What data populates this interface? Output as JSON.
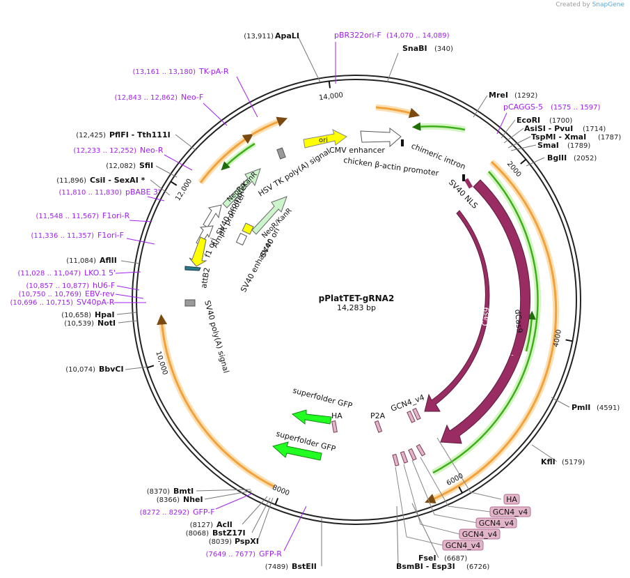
{
  "watermark": {
    "created_by": "Created by",
    "brand": "SnapGene"
  },
  "plasmid": {
    "name": "pPlatTET-gRNA2",
    "length_label": "14,283 bp"
  },
  "ticks": [
    {
      "label": "14,000",
      "pos": 14000
    },
    {
      "label": "2000",
      "pos": 2000
    },
    {
      "label": "4000",
      "pos": 4000
    },
    {
      "label": "6000",
      "pos": 6000
    },
    {
      "label": "8000",
      "pos": 8000
    },
    {
      "label": "10,000",
      "pos": 10000
    },
    {
      "label": "12,000",
      "pos": 12000
    }
  ],
  "sites": [
    {
      "name": "ApaLI",
      "pos": "(13,911)",
      "side": "left",
      "ln": [
        428,
        52,
        460,
        118
      ]
    },
    {
      "name": "SnaBI",
      "pos": "(340)",
      "side": "right",
      "ln": [
        572,
        76,
        556,
        118
      ]
    },
    {
      "name": "MreI",
      "pos": "(1292)",
      "side": "right",
      "ln": [
        700,
        137,
        680,
        168
      ]
    },
    {
      "name": "EcoRI",
      "pos": "(1700)",
      "side": "right",
      "ln": [
        740,
        172,
        720,
        198
      ]
    },
    {
      "name": "AsiSI  -  PvuI",
      "pos": "(1714)",
      "side": "right",
      "ln": [
        752,
        184,
        724,
        205
      ]
    },
    {
      "name": "TspMI  -  XmaI",
      "pos": "(1787)",
      "side": "right",
      "ln": [
        762,
        196,
        730,
        212
      ]
    },
    {
      "name": "SmaI",
      "pos": "(1789)",
      "side": "right",
      "ln": [
        770,
        208,
        734,
        216
      ]
    },
    {
      "name": "BglII",
      "pos": "(2052)",
      "side": "right",
      "ln": [
        782,
        226,
        756,
        238
      ]
    },
    {
      "name": "PmlI",
      "pos": "(4591)",
      "side": "right",
      "ln": [
        818,
        584,
        792,
        570
      ]
    },
    {
      "name": "KflI",
      "pos": "(5179)",
      "side": "right",
      "ln": [
        800,
        662,
        764,
        638
      ]
    },
    {
      "name": "FseI",
      "pos": "(6687)",
      "side": "right",
      "ln": [
        630,
        800,
        592,
        722
      ]
    },
    {
      "name": "BsmBI  -  Esp3I",
      "pos": "(6726)",
      "side": "right",
      "ln": [
        572,
        812,
        570,
        726
      ]
    },
    {
      "name": "BstEII",
      "pos": "(7489)",
      "side": "left",
      "ln": [
        462,
        812,
        462,
        740
      ]
    },
    {
      "name": "PspXI",
      "pos": "(8039)",
      "side": "left",
      "ln": [
        370,
        776,
        392,
        714
      ]
    },
    {
      "name": "BstZ17I",
      "pos": "(8068)",
      "side": "left",
      "ln": [
        362,
        764,
        388,
        714
      ]
    },
    {
      "name": "AclI",
      "pos": "(8127)",
      "side": "left",
      "ln": [
        348,
        752,
        384,
        712
      ]
    },
    {
      "name": "NheI",
      "pos": "(8366)",
      "side": "left",
      "ln": [
        294,
        716,
        362,
        704
      ]
    },
    {
      "name": "BmtI",
      "pos": "(8370)",
      "side": "left",
      "ln": [
        282,
        704,
        360,
        702
      ]
    },
    {
      "name": "BbvCI",
      "pos": "(10,074)",
      "side": "left",
      "ln": [
        180,
        530,
        214,
        526
      ]
    },
    {
      "name": "NotI",
      "pos": "(10,539)",
      "side": "left",
      "ln": [
        170,
        463,
        196,
        460
      ]
    },
    {
      "name": "HpaI",
      "pos": "(10,658)",
      "side": "left",
      "ln": [
        168,
        451,
        196,
        448
      ]
    },
    {
      "name": "AflII",
      "pos": "(11,084)",
      "side": "left",
      "ln": [
        174,
        374,
        200,
        378
      ]
    },
    {
      "name": "CsiI   -  SexAI *",
      "pos": "(11,896)",
      "side": "left",
      "ln": [
        216,
        258,
        244,
        280
      ]
    },
    {
      "name": "SfiI",
      "pos": "(12,082)",
      "side": "left",
      "ln": [
        224,
        238,
        254,
        254
      ]
    },
    {
      "name": "PflFI   -  Tth111I",
      "pos": "(12,425)",
      "side": "left",
      "ln": [
        252,
        193,
        282,
        216
      ]
    }
  ],
  "primers": [
    {
      "name": "pBR322ori-F",
      "range": "(14,070 .. 14,089)"
    },
    {
      "name": "TK-pA-R",
      "range": "(13,161 .. 13,180)"
    },
    {
      "name": "Neo-F",
      "range": "(12,843 .. 12,862)"
    },
    {
      "name": "pCAGGS-5",
      "range": "(1575 .. 1597)"
    },
    {
      "name": "Neo-R",
      "range": "(12,233 .. 12,252)"
    },
    {
      "name": "pBABE 3'",
      "range": "(11,810 .. 11,830)"
    },
    {
      "name": "F1ori-R",
      "range": "(11,548 .. 11,567)"
    },
    {
      "name": "F1ori-F",
      "range": "(11,336 .. 11,357)"
    },
    {
      "name": "LKO.1 5'",
      "range": "(11,028 .. 11,047)"
    },
    {
      "name": "hU6-F",
      "range": "(10,857 .. 10,877)"
    },
    {
      "name": "EBV-rev",
      "range": "(10,750 .. 10,769)"
    },
    {
      "name": "SV40pA-R",
      "range": "(10,696 .. 10,715)"
    },
    {
      "name": "GFP-F",
      "range": "(8272 .. 8292)"
    },
    {
      "name": "GFP-R",
      "range": "(7649 .. 7677)"
    }
  ],
  "features": [
    {
      "label": "ori"
    },
    {
      "label": "CMV enhancer"
    },
    {
      "label": "chicken β-actin promoter"
    },
    {
      "label": "chimeric intron"
    },
    {
      "label": "SV40 NLS"
    },
    {
      "label": "HSV TK poly(A) signal"
    },
    {
      "label": "NeoR/KanR"
    },
    {
      "label": "NeoR/KanR"
    },
    {
      "label": "SV40 promoter"
    },
    {
      "label": "AmpR promoter"
    },
    {
      "label": "f1 ori"
    },
    {
      "label": "SV40 ori"
    },
    {
      "label": "SV40 enhancer"
    },
    {
      "label": "attB2"
    },
    {
      "label": "SV40 poly(A) signal"
    },
    {
      "label": "Cas9"
    },
    {
      "label": "dCas9"
    },
    {
      "label": "GCN4_v4"
    },
    {
      "label": "P2A"
    },
    {
      "label": "superfolder GFP"
    },
    {
      "label": "HA"
    },
    {
      "label": "superfolder GFP"
    }
  ],
  "tags": [
    {
      "label": "HA"
    },
    {
      "label": "GCN4_v4"
    },
    {
      "label": "GCN4_v4"
    },
    {
      "label": "GCN4_v4"
    },
    {
      "label": "GCN4_v4"
    }
  ],
  "colors": {
    "cas9": "#9a2c64",
    "ori": "#ffff00",
    "neo": "#ccf5cc",
    "gfp": "#22ff22",
    "orange": "#f3a13a",
    "green": "#3fae1b",
    "tag": "#e3b5c8",
    "primer": "#a020f0"
  }
}
